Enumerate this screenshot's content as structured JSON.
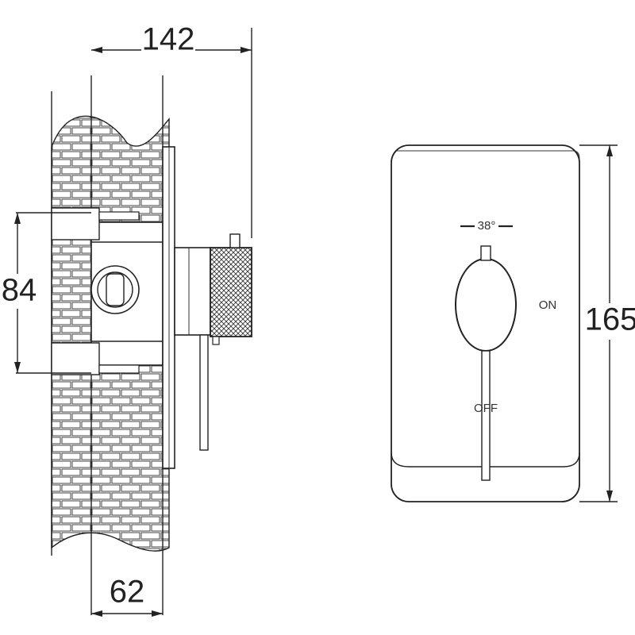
{
  "dimensions": {
    "width_total": "142",
    "height_body": "84",
    "depth_wall": "62",
    "plate_height": "165"
  },
  "front_view": {
    "temperature_label": "38°",
    "on_label": "ON",
    "off_label": "OFF"
  },
  "colors": {
    "line": "#222222",
    "background": "#ffffff"
  }
}
